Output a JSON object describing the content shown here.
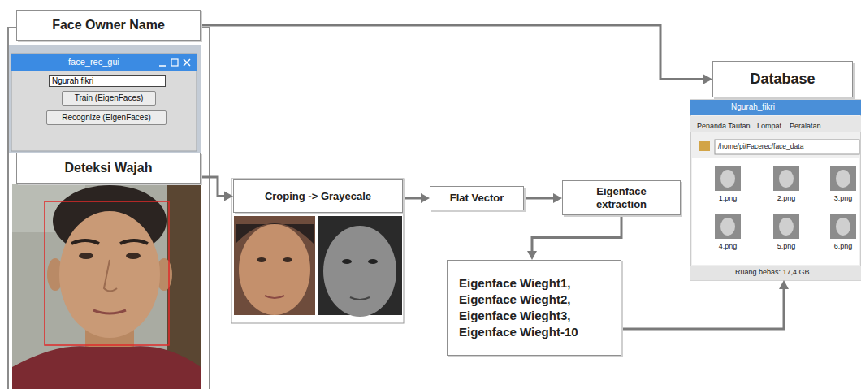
{
  "diagram": {
    "nodes": [
      {
        "text": [
          "Face Owner Name"
        ]
      },
      {
        "text": [
          "face_rec_gui"
        ]
      },
      {
        "text": [
          "Ngurah fikri"
        ],
        "in": 1
      },
      {
        "text": [
          "Train (EigenFaces)"
        ],
        "in": 1
      },
      {
        "text": [
          "Recognize (EigenFaces)"
        ],
        "in": 1
      },
      {
        "text": [
          "Deteksi Wajah"
        ]
      },
      {
        "text": [
          "Croping -> Grayecale"
        ]
      },
      {
        "text": [
          "Flat Vector"
        ]
      },
      {
        "text": [
          "Eigenface extraction"
        ]
      },
      {
        "text": [
          "Eigenface Wieght1,",
          "Eigenface Wieght2,",
          "Eigenface Wieght3,",
          "Eigenface Wieght-10"
        ]
      },
      {
        "text": [
          "Database"
        ]
      },
      {
        "text": [
          "Ngurah_fikri",
          "Penanda Tautan",
          "Lompat",
          "Peralatan",
          "/home/pi/Facerec/face_data",
          "1.png",
          "2.png",
          "3.png",
          "4.png",
          "5.png",
          "6.png",
          "Ruang bebas: 17,4 GB"
        ]
      }
    ],
    "edges": [
      {
        "from": 0,
        "to": 10,
        "arrow": "to"
      },
      {
        "from": 5,
        "to": 6,
        "arrow": "to"
      },
      {
        "from": 6,
        "to": 7,
        "arrow": "to"
      },
      {
        "from": 7,
        "to": 8,
        "arrow": "to"
      },
      {
        "from": 8,
        "to": 9,
        "arrow": "to"
      },
      {
        "from": 9,
        "to": 11,
        "arrow": "to"
      }
    ]
  }
}
